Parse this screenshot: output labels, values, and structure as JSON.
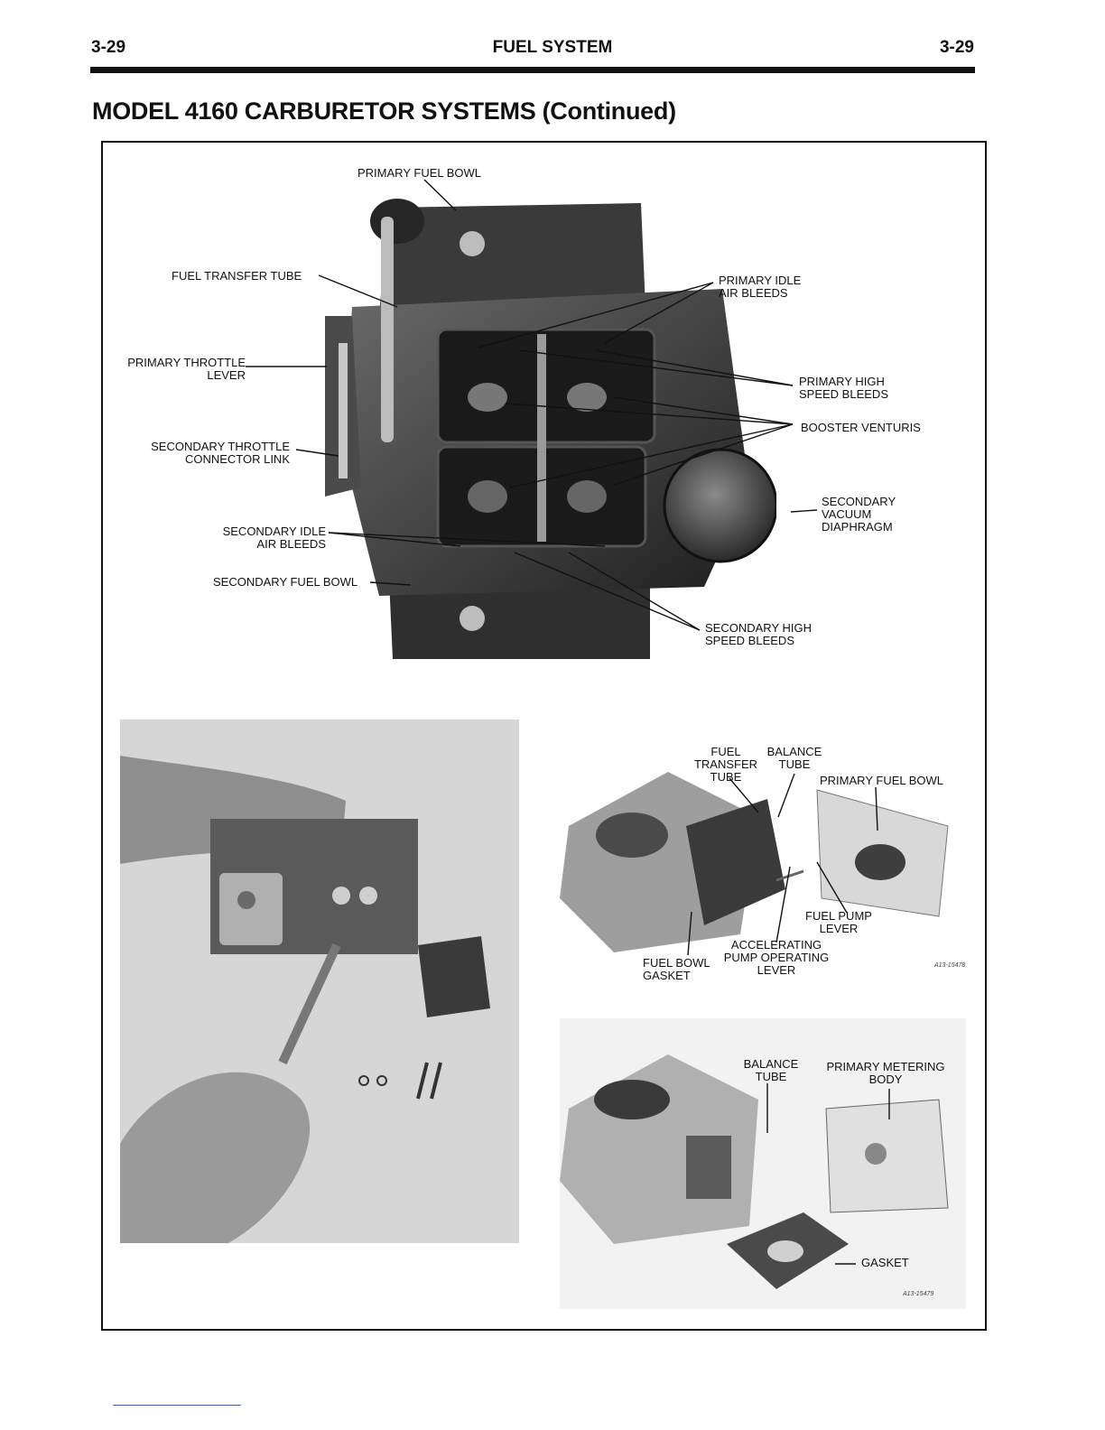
{
  "header": {
    "page_left": "3-29",
    "section": "FUEL SYSTEM",
    "page_right": "3-29"
  },
  "title": "MODEL 4160 CARBURETOR SYSTEMS (Continued)",
  "figure_top": {
    "labels": {
      "primary_fuel_bowl": "PRIMARY FUEL BOWL",
      "fuel_transfer_tube": "FUEL TRANSFER TUBE",
      "primary_throttle_lever": "PRIMARY THROTTLE\nLEVER",
      "secondary_throttle_connector_link": "SECONDARY THROTTLE\nCONNECTOR LINK",
      "secondary_idle_air_bleeds": "SECONDARY IDLE\nAIR BLEEDS",
      "secondary_fuel_bowl": "SECONDARY FUEL BOWL",
      "primary_idle_air_bleeds": "PRIMARY IDLE\nAIR BLEEDS",
      "primary_high_speed_bleeds": "PRIMARY HIGH\nSPEED BLEEDS",
      "booster_venturis": "BOOSTER VENTURIS",
      "secondary_vacuum_diaphragm": "SECONDARY\nVACUUM\nDIAPHRAGM",
      "secondary_high_speed_bleeds": "SECONDARY HIGH\nSPEED BLEEDS"
    }
  },
  "figure_exploded": {
    "labels": {
      "fuel_transfer_tube": "FUEL\nTRANSFER\nTUBE",
      "balance_tube": "BALANCE\nTUBE",
      "primary_fuel_bowl": "PRIMARY FUEL BOWL",
      "fuel_pump_lever": "FUEL PUMP\nLEVER",
      "accelerating_pump_operating_lever": "ACCELERATING\nPUMP OPERATING\nLEVER",
      "fuel_bowl_gasket": "FUEL BOWL\nGASKET"
    },
    "code": "A13-15478"
  },
  "figure_metering": {
    "labels": {
      "balance_tube": "BALANCE\nTUBE",
      "primary_metering_body": "PRIMARY METERING\nBODY",
      "gasket": "GASKET"
    },
    "code": "A13-15479"
  }
}
